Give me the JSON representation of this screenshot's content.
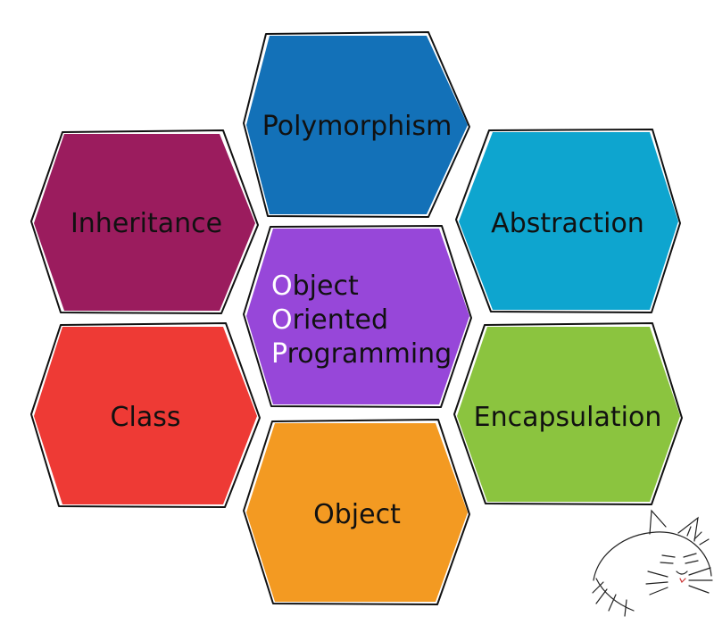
{
  "colors": {
    "polymorphism": "#1371b8",
    "inheritance": "#9b1c5e",
    "abstraction": "#0ea5cf",
    "oop": "#9747d9",
    "class": "#ee3a35",
    "encapsulation": "#8bc43f",
    "object": "#f39a22",
    "outline": "#111111"
  },
  "hexagons": {
    "polymorphism": {
      "label": "Polymorphism"
    },
    "inheritance": {
      "label": "Inheritance"
    },
    "abstraction": {
      "label": "Abstraction"
    },
    "class": {
      "label": "Class"
    },
    "encapsulation": {
      "label": "Encapsulation"
    },
    "object": {
      "label": "Object"
    }
  },
  "center": {
    "line1_initial": "O",
    "line1_rest": "bject",
    "line2_initial": "O",
    "line2_rest": "riented",
    "line3_initial": "P",
    "line3_rest": "rogramming"
  },
  "decoration": {
    "icon": "sleeping-cat-icon"
  }
}
